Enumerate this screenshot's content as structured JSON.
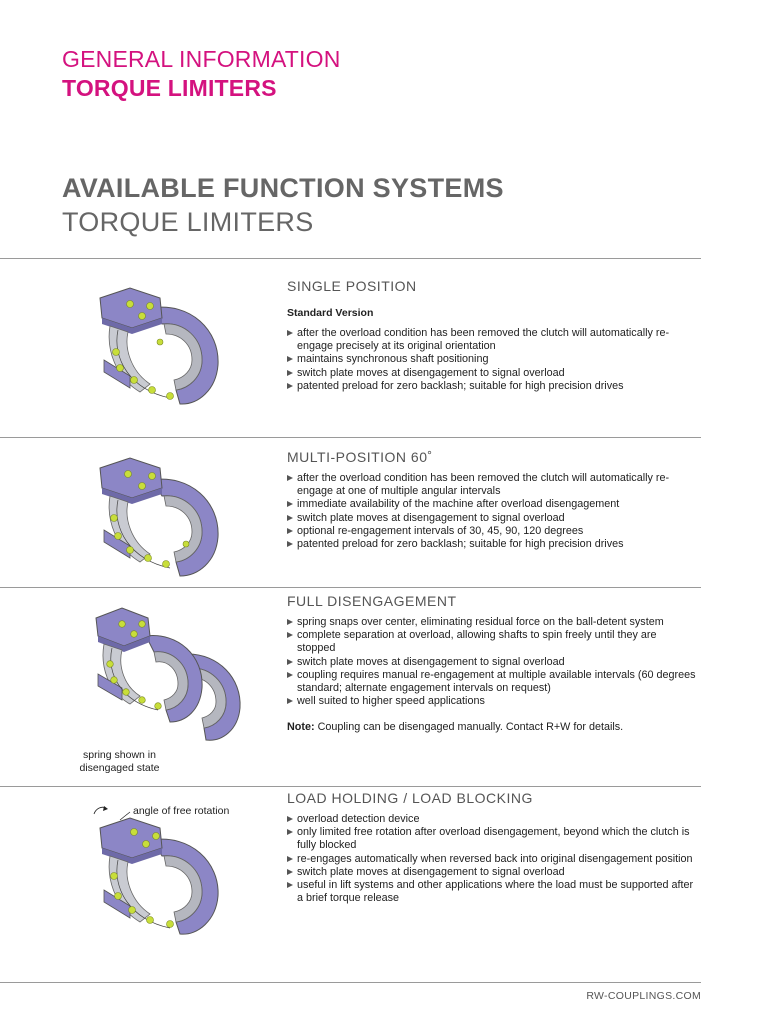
{
  "header": {
    "category": "GENERAL INFORMATION",
    "subcategory": "TORQUE LIMITERS"
  },
  "title": {
    "main": "AVAILABLE FUNCTION SYSTEMS",
    "sub": "TORQUE LIMITERS"
  },
  "sections": [
    {
      "title": "SINGLE POSITION",
      "subheading": "Standard Version",
      "bullets": [
        "after the overload condition has been removed the clutch will automatically re-engage precisely at its original orientation",
        "maintains synchronous shaft positioning",
        "switch plate moves at disengagement to signal overload",
        "patented preload for zero backlash; suitable for high precision drives"
      ]
    },
    {
      "title": "MULTI-POSITION 60˚",
      "bullets": [
        "after the overload condition has been removed the clutch will automatically re-engage at one of multiple angular intervals",
        "immediate availability of the machine after overload disengagement",
        "switch plate moves at disengagement to signal overload",
        "optional re-engagement intervals of 30, 45, 90, 120 degrees",
        "patented preload for zero backlash; suitable for high precision drives"
      ]
    },
    {
      "title": "FULL DISENGAGEMENT",
      "bullets": [
        "spring snaps over center, eliminating residual force on the ball-detent system",
        "complete separation at overload, allowing shafts to spin freely until they are stopped",
        "switch plate moves at disengagement to signal overload",
        "coupling requires manual re-engagement at multiple available intervals (60 degrees standard; alternate engagement intervals on request)",
        "well suited to higher speed applications"
      ],
      "note_label": "Note:",
      "note_text": " Coupling can be disengaged manually. Contact R+W for details.",
      "caption_line1": "spring shown in",
      "caption_line2": "disengaged state"
    },
    {
      "title": "LOAD HOLDING / LOAD BLOCKING",
      "angle_label": "angle of free rotation",
      "bullets": [
        "overload detection device",
        "only limited free rotation after overload disengagement, beyond which the clutch is fully blocked",
        "re-engages automatically when reversed back into original disengagement position",
        "switch plate moves at disengagement to signal overload",
        "useful in lift systems and other applications where the load must be supported after a brief torque release"
      ]
    }
  ],
  "footer": {
    "url": "RW-COUPLINGS.COM"
  },
  "colors": {
    "accent": "#d4127f",
    "heading_gray": "#666666",
    "rule": "#9a9a9a",
    "part_purple": "#8c86c6",
    "part_gray": "#b5b7bf",
    "ball_green": "#c8de3a"
  }
}
